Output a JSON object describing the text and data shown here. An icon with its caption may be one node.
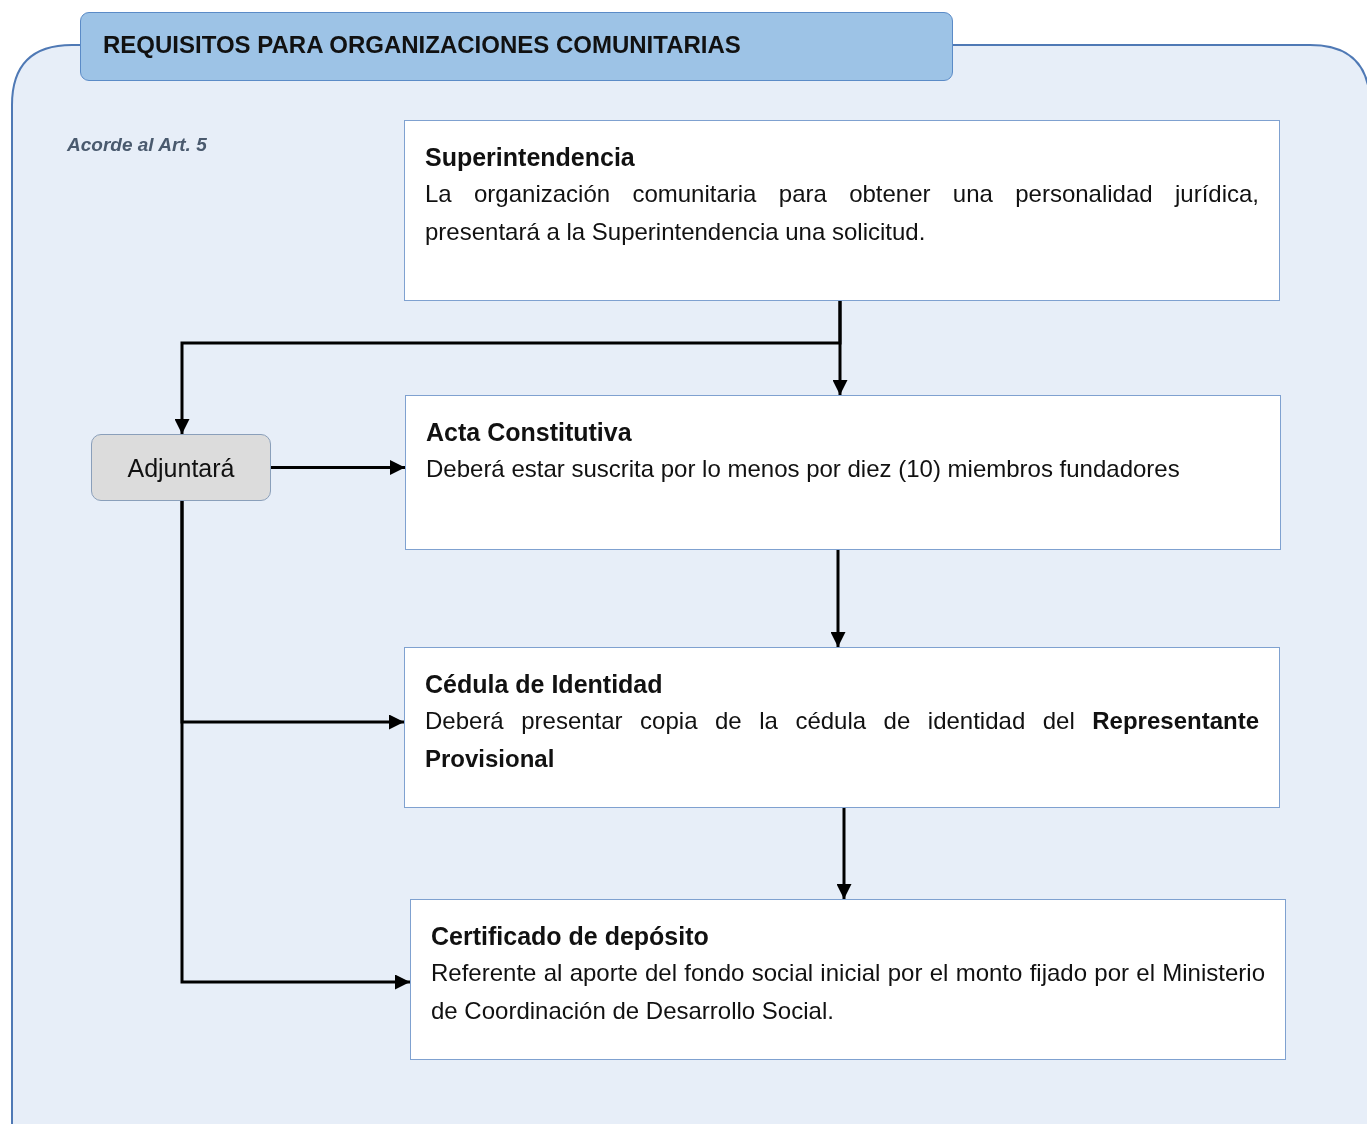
{
  "diagram": {
    "title": "REQUISITOS PARA ORGANIZACIONES COMUNITARIAS",
    "nodes": [
      {
        "text": [
          "Superintendencia",
          "La organización comunitaria para obtener una personalidad jurídica, presentará a la Superintendencia una solicitud."
        ]
      },
      {
        "text": [
          "Adjuntará"
        ]
      },
      {
        "text": [
          "Acta Constitutiva",
          "Deberá estar suscrita por lo menos por diez (10) miembros fundadores"
        ]
      },
      {
        "text": [
          "Cédula de Identidad",
          "Deberá presentar copia de la cédula de identidad del **Representante Provisional**"
        ]
      },
      {
        "text": [
          "Certificado de depósito",
          "Referente al aporte del fondo social inicial por el monto fijado por el Ministerio de Coordinación de Desarrollo Social."
        ]
      }
    ],
    "edges": [
      {
        "from": 0,
        "to": 2,
        "arrow": "to"
      },
      {
        "from": 0,
        "to": 1,
        "arrow": "to"
      },
      {
        "from": 1,
        "to": 2,
        "arrow": "to"
      },
      {
        "from": 2,
        "to": 3,
        "arrow": "to"
      },
      {
        "from": 1,
        "to": 3,
        "arrow": "to"
      },
      {
        "from": 3,
        "to": 4,
        "arrow": "to"
      },
      {
        "from": 1,
        "to": 4,
        "arrow": "to"
      }
    ],
    "labels": [
      "Acorde al Art. 5"
    ]
  }
}
